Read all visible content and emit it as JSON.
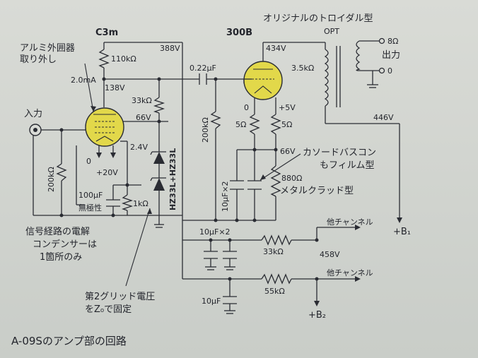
{
  "tubes": {
    "c3m": "C3m",
    "t300b": "300B"
  },
  "labels": {
    "aluminum_shield": [
      "アルミ外囲器",
      "取り外し"
    ],
    "r_110k": "110kΩ",
    "v_388": "388V",
    "i_2ma": "2.0mA",
    "v_138": "138V",
    "r_33k_g2": "33kΩ",
    "v_66_g2": "66V",
    "input": "入力",
    "v_2_4": "2.4V",
    "v_0_c3m": "0",
    "v_20": "+20V",
    "r_200k_in": "200kΩ",
    "c_100u": "100μF",
    "nonpolar": "無極性",
    "r_1k": "1kΩ",
    "zener": "HZ33L+HZ33L",
    "c_022u": "0.22μF",
    "v_434": "434V",
    "r_200k_grid": "200kΩ",
    "v_0_300b": "0",
    "v_5": "+5V",
    "r_5_a": "5Ω",
    "r_5_b": "5Ω",
    "v_66_k": "66V",
    "cathode_cap": [
      "カソードバスコン",
      "もフィルム型"
    ],
    "r_880": "880Ω",
    "metal_clad": "メタルクラッド型",
    "c_10u_x2_v": "10μF×2",
    "toroidal": "オリジナルのトロイダル型",
    "opt": "OPT",
    "ohm_8": "8Ω",
    "output": "出力",
    "v_0_out": "0",
    "r_3_5k": "3.5kΩ",
    "v_446": "446V",
    "other_ch_1": "他チャンネル",
    "b1": "+B₁",
    "c_10u_x2_h": "10μF×2",
    "r_33k_b": "33kΩ",
    "v_458": "458V",
    "other_ch_2": "他チャンネル",
    "r_55k": "55kΩ",
    "c_10u": "10μF",
    "b2": "+B₂",
    "note_signal": [
      "信号経路の電解",
      "コンデンサーは",
      "1箇所のみ"
    ],
    "note_grid2": [
      "第2グリッド電圧",
      "をZ₀で固定"
    ]
  },
  "caption": "A-09Sのアンプ部の回路",
  "colors": {
    "tube_fill": "#e2d84a",
    "wire": "#2a2c33"
  }
}
